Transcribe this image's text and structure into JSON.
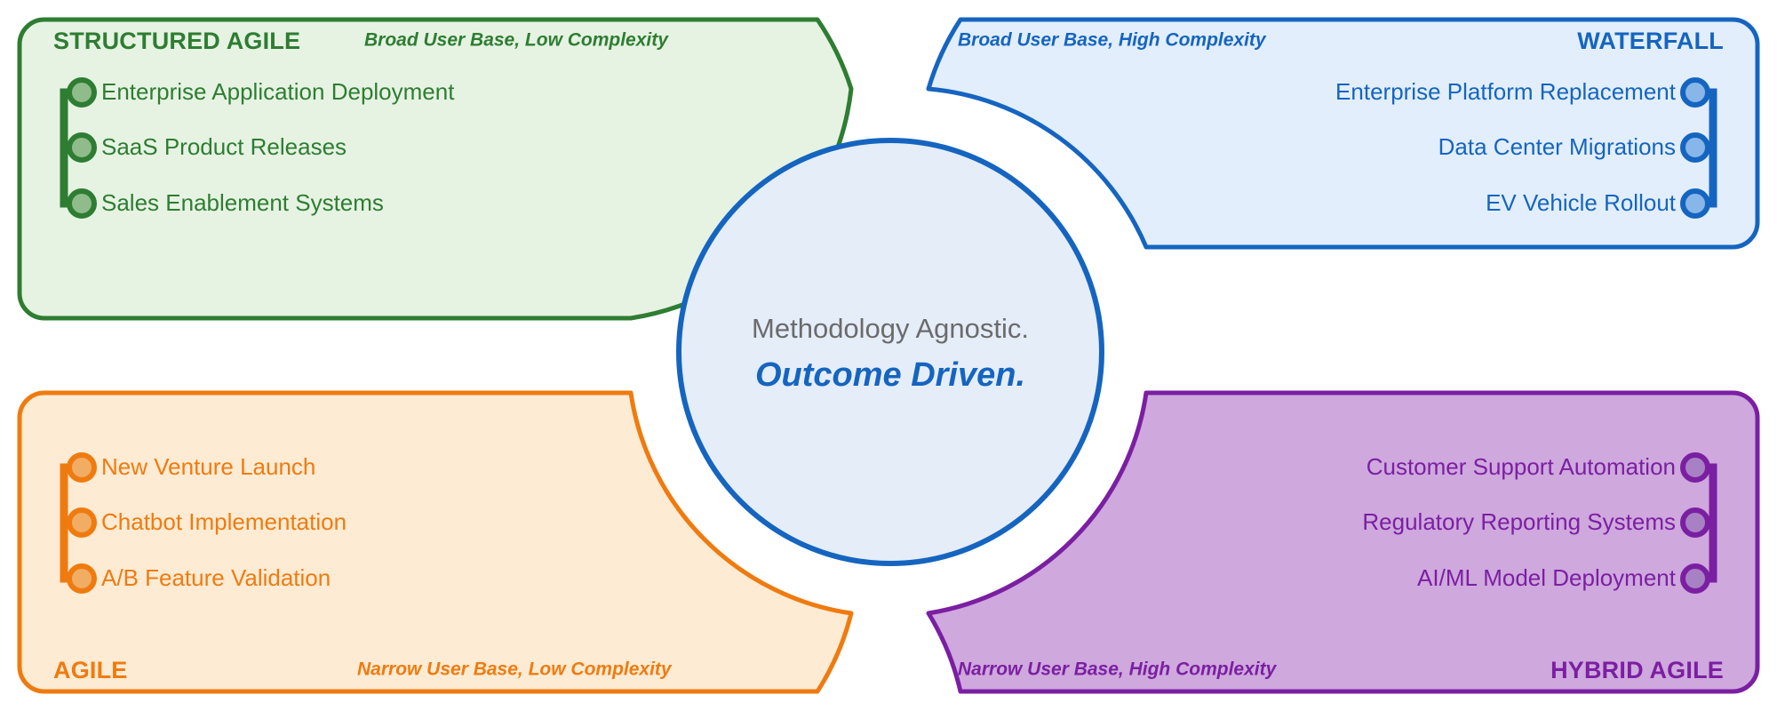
{
  "center": {
    "line1": "Methodology Agnostic.",
    "line2": "Outcome Driven.",
    "fill": "#e5edf9",
    "stroke": "#1565c0"
  },
  "quadrants": [
    {
      "id": "structured-agile",
      "position": "top-left",
      "title": "STRUCTURED AGILE",
      "subtitle": "Broad User Base, Low Complexity",
      "fill": "#e6f3e3",
      "stroke": "#2e7d32",
      "node_fill": "#8fbc8a",
      "text": "#2e7d32",
      "items": [
        "Enterprise Application Deployment",
        "SaaS Product Releases",
        "Sales Enablement Systems"
      ]
    },
    {
      "id": "waterfall",
      "position": "top-right",
      "title": "WATERFALL",
      "subtitle": "Broad User Base, High Complexity",
      "fill": "#e2eefb",
      "stroke": "#1565c0",
      "node_fill": "#89b6e8",
      "text": "#1565c0",
      "items": [
        "Enterprise Platform Replacement",
        "Data Center Migrations",
        "EV Vehicle Rollout"
      ]
    },
    {
      "id": "agile",
      "position": "bottom-left",
      "title": "AGILE",
      "subtitle": "Narrow User Base, Low Complexity",
      "fill": "#fdebd3",
      "stroke": "#ef7b10",
      "node_fill": "#f2ad64",
      "text": "#ef7b10",
      "items": [
        "New Venture Launch",
        "Chatbot Implementation",
        "A/B Feature Validation"
      ]
    },
    {
      "id": "hybrid-agile",
      "position": "bottom-right",
      "title": "HYBRID AGILE",
      "subtitle": "Narrow User Base, High Complexity",
      "fill": "#cfa8dd",
      "stroke": "#7b1fa2",
      "node_fill": "#a881c4",
      "text": "#7b1fa2",
      "items": [
        "Customer Support Automation",
        "Regulatory Reporting Systems",
        "AI/ML Model Deployment"
      ]
    }
  ]
}
